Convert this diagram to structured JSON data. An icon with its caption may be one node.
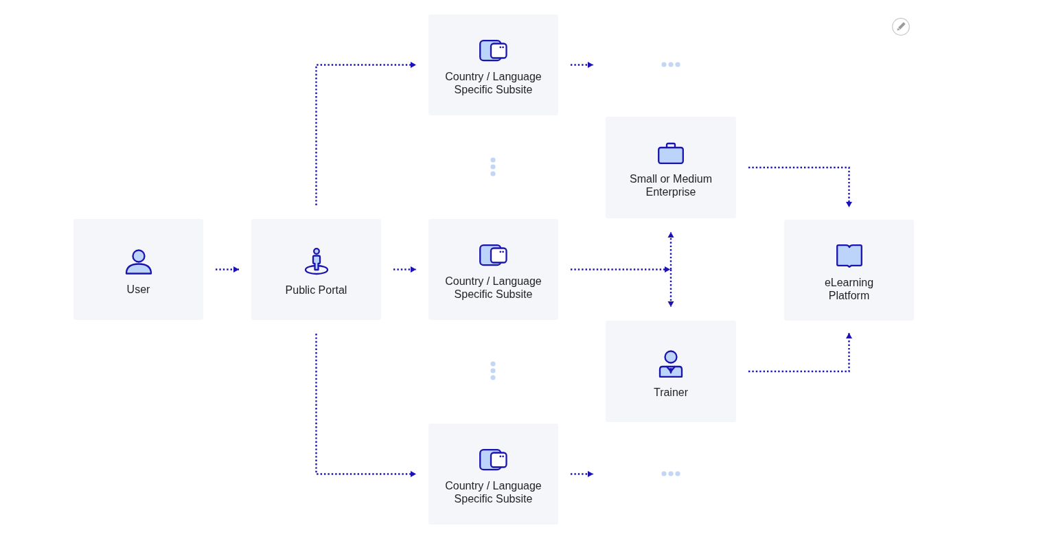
{
  "diagram": {
    "nodes": [
      {
        "text": [
          "User"
        ]
      },
      {
        "text": [
          "Public Portal"
        ]
      },
      {
        "text": [
          "Country / Language Specific Subsite"
        ]
      },
      {
        "text": [
          "Country / Language Specific Subsite"
        ]
      },
      {
        "text": [
          "Country / Language Specific Subsite"
        ]
      },
      {
        "text": [
          "Small or Medium Enterprise"
        ]
      },
      {
        "text": [
          "Trainer"
        ]
      },
      {
        "text": [
          "eLearning Platform"
        ]
      }
    ],
    "edges": [
      {
        "from": 0,
        "to": 1,
        "arrow": "to"
      },
      {
        "from": 1,
        "to": 2,
        "arrow": "to"
      },
      {
        "from": 1,
        "to": 3,
        "arrow": "to"
      },
      {
        "from": 1,
        "to": 4,
        "arrow": "to"
      },
      {
        "from": 2,
        "to": null,
        "arrow": "to"
      },
      {
        "from": 4,
        "to": null,
        "arrow": "to"
      },
      {
        "from": 3,
        "to": 5,
        "arrow": "to"
      },
      {
        "from": 3,
        "to": 6,
        "arrow": "to"
      },
      {
        "from": 5,
        "to": 7,
        "arrow": "to"
      },
      {
        "from": 6,
        "to": 7,
        "arrow": "to"
      }
    ]
  }
}
